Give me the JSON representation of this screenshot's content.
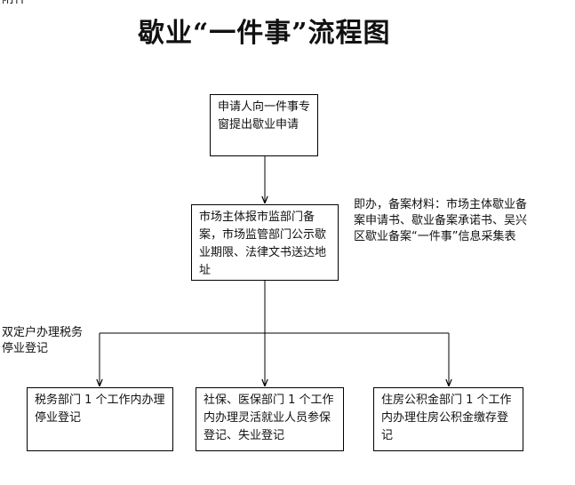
{
  "header": {
    "corner_text": "附件",
    "title": "歇业“一件事”流程图"
  },
  "flow": {
    "step1": "申请人向一件事专窗提出歇业申请",
    "step2": "市场主体报市监部门备案，市场监管部门公示歇业期限、法律文书送达地址",
    "note_materials": "即办，备案材料：市场主体歇业备案申请书、歇业备案承诺书、吴兴区歇业备案“一件事”信息采集表",
    "note_dual": "双定户办理税务停业登记",
    "tax": "税务部门 1 个工作内办理停业登记",
    "social": "社保、医保部门 1 个工作内办理灵活就业人员参保登记、失业登记",
    "housing": "住房公积金部门 1 个工作内办理住房公积金缴存登记"
  }
}
